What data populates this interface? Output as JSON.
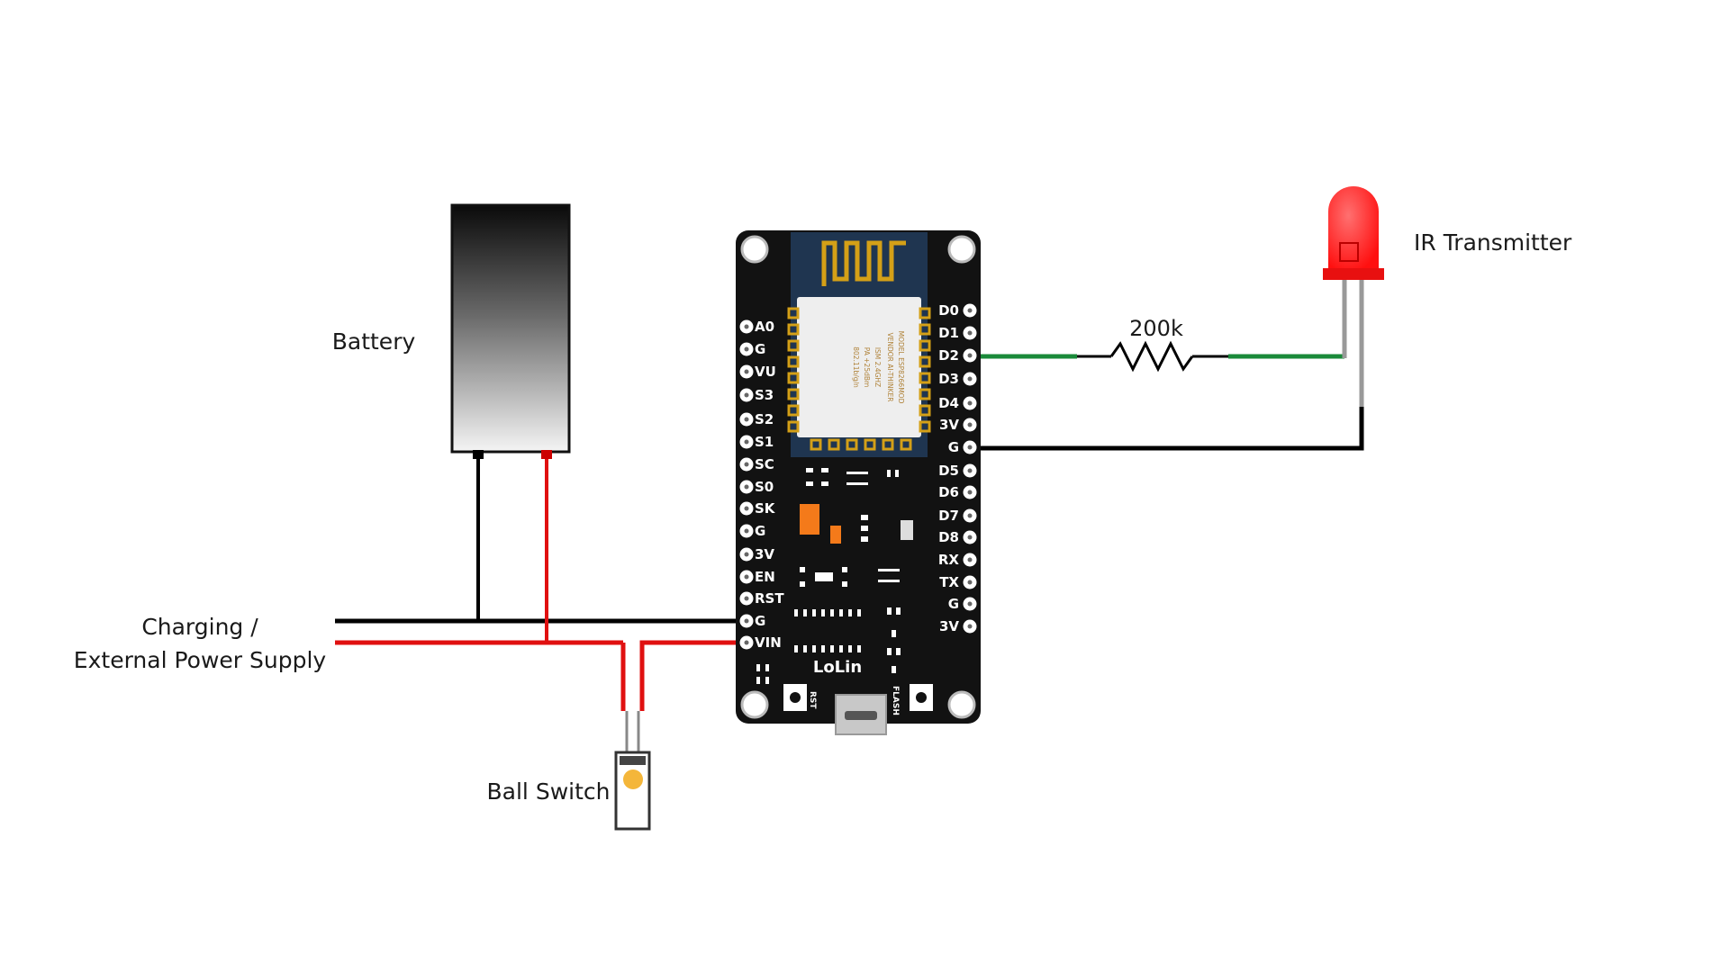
{
  "labels": {
    "battery": "Battery",
    "charging_line1": "Charging /",
    "charging_line2": "External Power Supply",
    "ball_switch": "Ball Switch",
    "ir_transmitter": "IR Transmitter",
    "resistor_value": "200k"
  },
  "board": {
    "brand": "LoLin",
    "left_pins": [
      "A0",
      "G",
      "VU",
      "S3",
      "S2",
      "S1",
      "SC",
      "S0",
      "SK",
      "G",
      "3V",
      "EN",
      "RST",
      "G",
      "VIN"
    ],
    "right_pins": [
      "D0",
      "D1",
      "D2",
      "D3",
      "D4",
      "3V",
      "G",
      "D5",
      "D6",
      "D7",
      "D8",
      "RX",
      "TX",
      "G",
      "3V"
    ],
    "button_rst": "RST",
    "button_flash": "FLASH",
    "module_text": [
      "MODEL  ESP8266MOD",
      "VENDOR  AI-THINKER",
      "ISM   2.4GHZ",
      "PA  +25dBm",
      "802.11b/g/n"
    ]
  },
  "colors": {
    "ground_wire": "#000000",
    "power_wire": "#e01010",
    "signal_wire": "#1a8a3a",
    "led": "#ff1a1a",
    "board": "#121212",
    "gold": "#d4a017"
  }
}
